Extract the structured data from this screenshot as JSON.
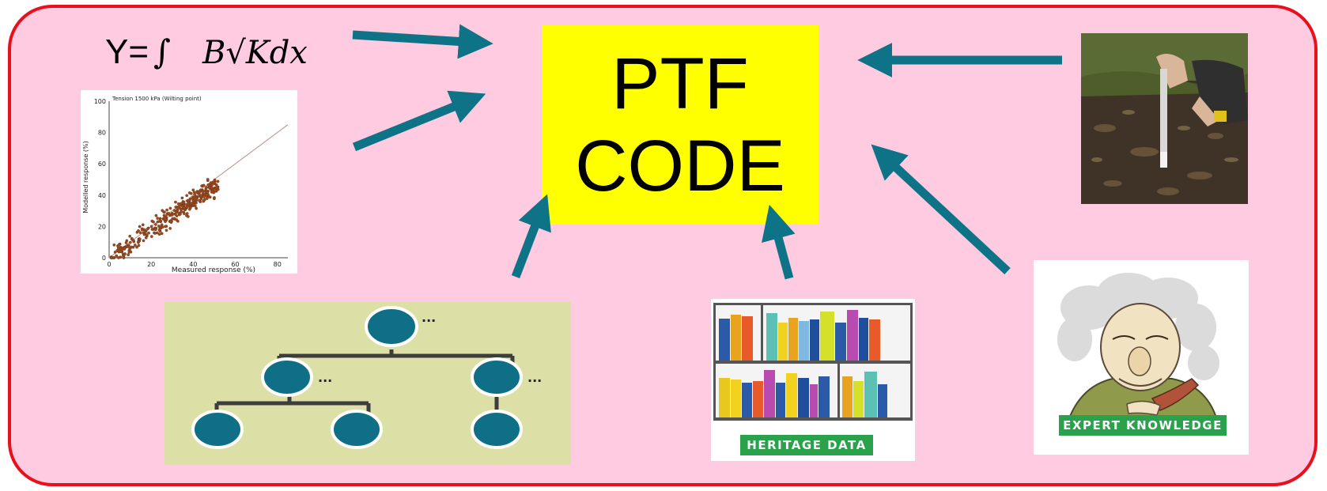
{
  "formula": {
    "lhs": "Y=",
    "integral": "∫",
    "rhs": "B√Kdx"
  },
  "ptf_box": {
    "line1": "PTF",
    "line2": "CODE"
  },
  "scatter": {
    "title": "Tension 1500 kPa (Wilting point)",
    "xlabel": "Measured response (%)",
    "ylabel": "Modelled response (%)"
  },
  "chart_data": {
    "type": "scatter",
    "title": "Tension 1500 kPa (Wilting point)",
    "xlabel": "Measured response (%)",
    "ylabel": "Modelled response (%)",
    "xlim": [
      0,
      85
    ],
    "ylim": [
      0,
      100
    ],
    "x_ticks": [
      "0",
      "20",
      "40",
      "60",
      "80"
    ],
    "y_ticks": [
      "0",
      "20",
      "40",
      "60",
      "80",
      "100"
    ],
    "reference_line": "1:1",
    "point_cloud": {
      "x_range": [
        0,
        52
      ],
      "y_range": [
        0,
        48
      ],
      "approx_points": 320
    }
  },
  "tree": {
    "ellipsis": "..."
  },
  "heritage": {
    "banner": "HERITAGE DATA"
  },
  "expert": {
    "banner": "EXPERT KNOWLEDGE"
  },
  "colors": {
    "frame_border": "#e8101b",
    "frame_fill": "#fecbe0",
    "ptf_box": "#ffff00",
    "arrow": "#0e7386",
    "node": "#0e6f86",
    "banner": "#2aa24c"
  },
  "icons": [
    "field-sampling-photo",
    "scatter-plot",
    "decision-tree",
    "bookshelf",
    "einstein-caricature"
  ]
}
